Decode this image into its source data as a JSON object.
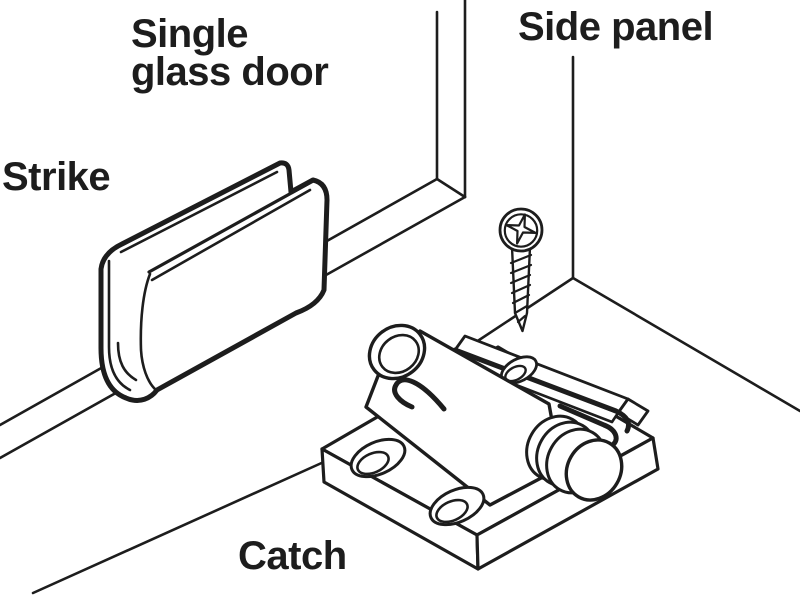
{
  "diagram": {
    "background_color": "#ffffff",
    "line_color": "#1d1d1d",
    "text_color": "#1d1d1d",
    "labels": {
      "door_line1": "Single",
      "door_line2": "glass door",
      "side_panel": "Side panel",
      "strike": "Strike",
      "catch": "Catch"
    }
  }
}
